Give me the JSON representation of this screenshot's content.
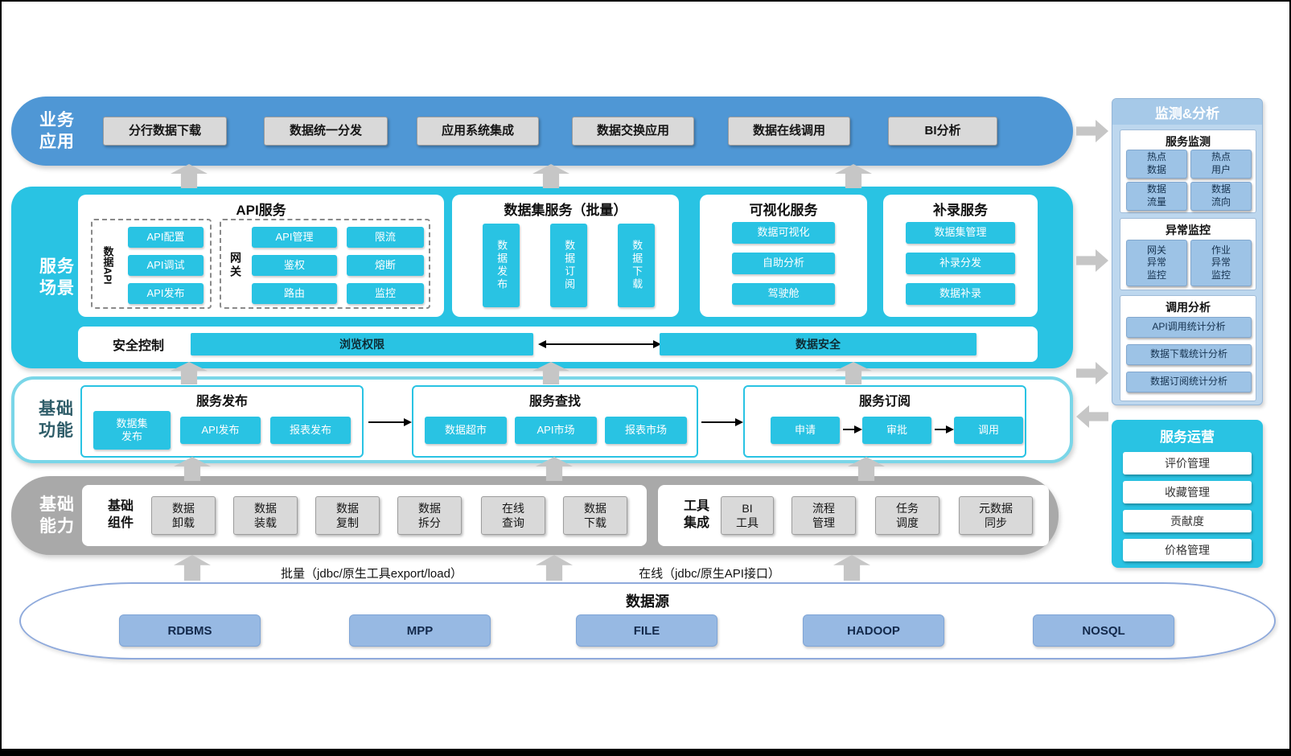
{
  "colors": {
    "business_blue": "#4F97D5",
    "cyan": "#29C3E3",
    "func_border_cyan": "#7AD6E8",
    "capability_gray": "#A9A9A9",
    "gray_button": "#D9D9D9",
    "panel_light_blue": "#BDD7EE",
    "panel_button_blue": "#9DC3E6",
    "datasource_button_blue": "#97B9E3",
    "arrow_gray": "#C6C6C6"
  },
  "business": {
    "label": "业务\n应用",
    "items": [
      "分行数据下载",
      "数据统一分发",
      "应用系统集成",
      "数据交换应用",
      "数据在线调用",
      "BI分析"
    ]
  },
  "scene": {
    "label": "服务\n场景",
    "api_card": {
      "title": "API服务",
      "data_api_label": "数据API",
      "data_api_items": [
        "API配置",
        "API调试",
        "API发布"
      ],
      "gateway_label": "网关",
      "gateway_items": [
        "API管理",
        "限流",
        "鉴权",
        "熔断",
        "路由",
        "监控"
      ]
    },
    "dataset_card": {
      "title": "数据集服务（批量）",
      "items": [
        "数据发布",
        "数据订阅",
        "数据下载"
      ]
    },
    "visual_card": {
      "title": "可视化服务",
      "items": [
        "数据可视化",
        "自助分析",
        "驾驶舱"
      ]
    },
    "supplement_card": {
      "title": "补录服务",
      "items": [
        "数据集管理",
        "补录分发",
        "数据补录"
      ]
    },
    "security": {
      "label": "安全控制",
      "browse": "浏览权限",
      "data_safety": "数据安全"
    }
  },
  "foundation": {
    "label": "基础\n功能",
    "publish": {
      "title": "服务发布",
      "items": [
        "数据集\n发布",
        "API发布",
        "报表发布"
      ]
    },
    "search": {
      "title": "服务查找",
      "items": [
        "数据超市",
        "API市场",
        "报表市场"
      ]
    },
    "subscribe": {
      "title": "服务订阅",
      "items": [
        "申请",
        "审批",
        "调用"
      ]
    }
  },
  "capability": {
    "label": "基础\n能力",
    "components": {
      "label": "基础\n组件",
      "items": [
        "数据\n卸载",
        "数据\n装载",
        "数据\n复制",
        "数据\n拆分",
        "在线\n查询",
        "数据\n下载"
      ]
    },
    "tools": {
      "label": "工具\n集成",
      "items": [
        "BI\n工具",
        "流程\n管理",
        "任务\n调度",
        "元数据\n同步"
      ]
    }
  },
  "ingest": {
    "batch_label": "批量（jdbc/原生工具export/load）",
    "online_label": "在线（jdbc/原生API接口）"
  },
  "datasource": {
    "title": "数据源",
    "items": [
      "RDBMS",
      "MPP",
      "FILE",
      "HADOOP",
      "NOSQL"
    ]
  },
  "monitoring": {
    "title": "监测&分析",
    "sections": [
      {
        "title": "服务监测",
        "items": [
          "热点\n数据",
          "热点\n用户",
          "数据\n流量",
          "数据\n流向"
        ]
      },
      {
        "title": "异常监控",
        "items": [
          "网关\n异常\n监控",
          "作业\n异常\n监控"
        ]
      },
      {
        "title": "调用分析",
        "items": [
          "API调用统计分析",
          "数据下载统计分析",
          "数据订阅统计分析"
        ]
      }
    ]
  },
  "operations": {
    "title": "服务运营",
    "items": [
      "评价管理",
      "收藏管理",
      "贡献度",
      "价格管理"
    ]
  }
}
